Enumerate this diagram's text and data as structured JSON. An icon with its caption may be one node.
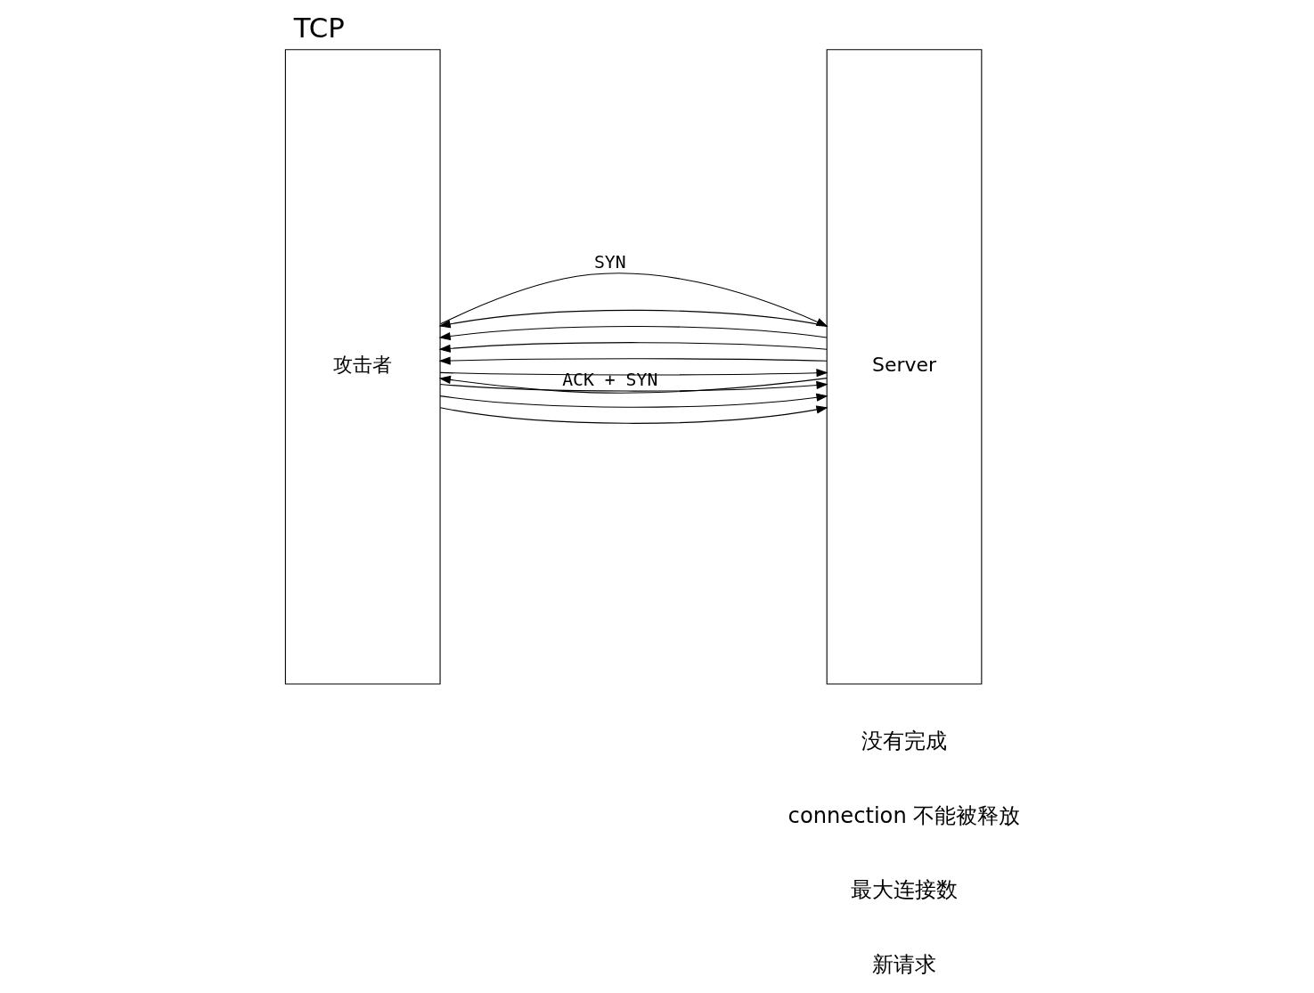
{
  "diagram": {
    "title": "TCP",
    "nodes": [
      {
        "text": [
          "攻击者"
        ]
      },
      {
        "text": [
          "Server"
        ]
      }
    ],
    "edges": [
      {
        "from": 0,
        "to": 1,
        "arrow": "to",
        "label": "SYN"
      },
      {
        "from": 0,
        "to": 1,
        "arrow": "to"
      },
      {
        "from": 0,
        "to": 1,
        "arrow": "to"
      },
      {
        "from": 0,
        "to": 1,
        "arrow": "to"
      },
      {
        "from": 0,
        "to": 1,
        "arrow": "to"
      },
      {
        "from": 1,
        "to": 0,
        "arrow": "to",
        "label": "ACK + SYN"
      },
      {
        "from": 1,
        "to": 0,
        "arrow": "to"
      },
      {
        "from": 1,
        "to": 0,
        "arrow": "to"
      },
      {
        "from": 1,
        "to": 0,
        "arrow": "to"
      },
      {
        "from": 1,
        "to": 0,
        "arrow": "to"
      }
    ],
    "labels": [
      "没有完成",
      "connection 不能被释放",
      "最大连接数",
      "新请求"
    ]
  }
}
